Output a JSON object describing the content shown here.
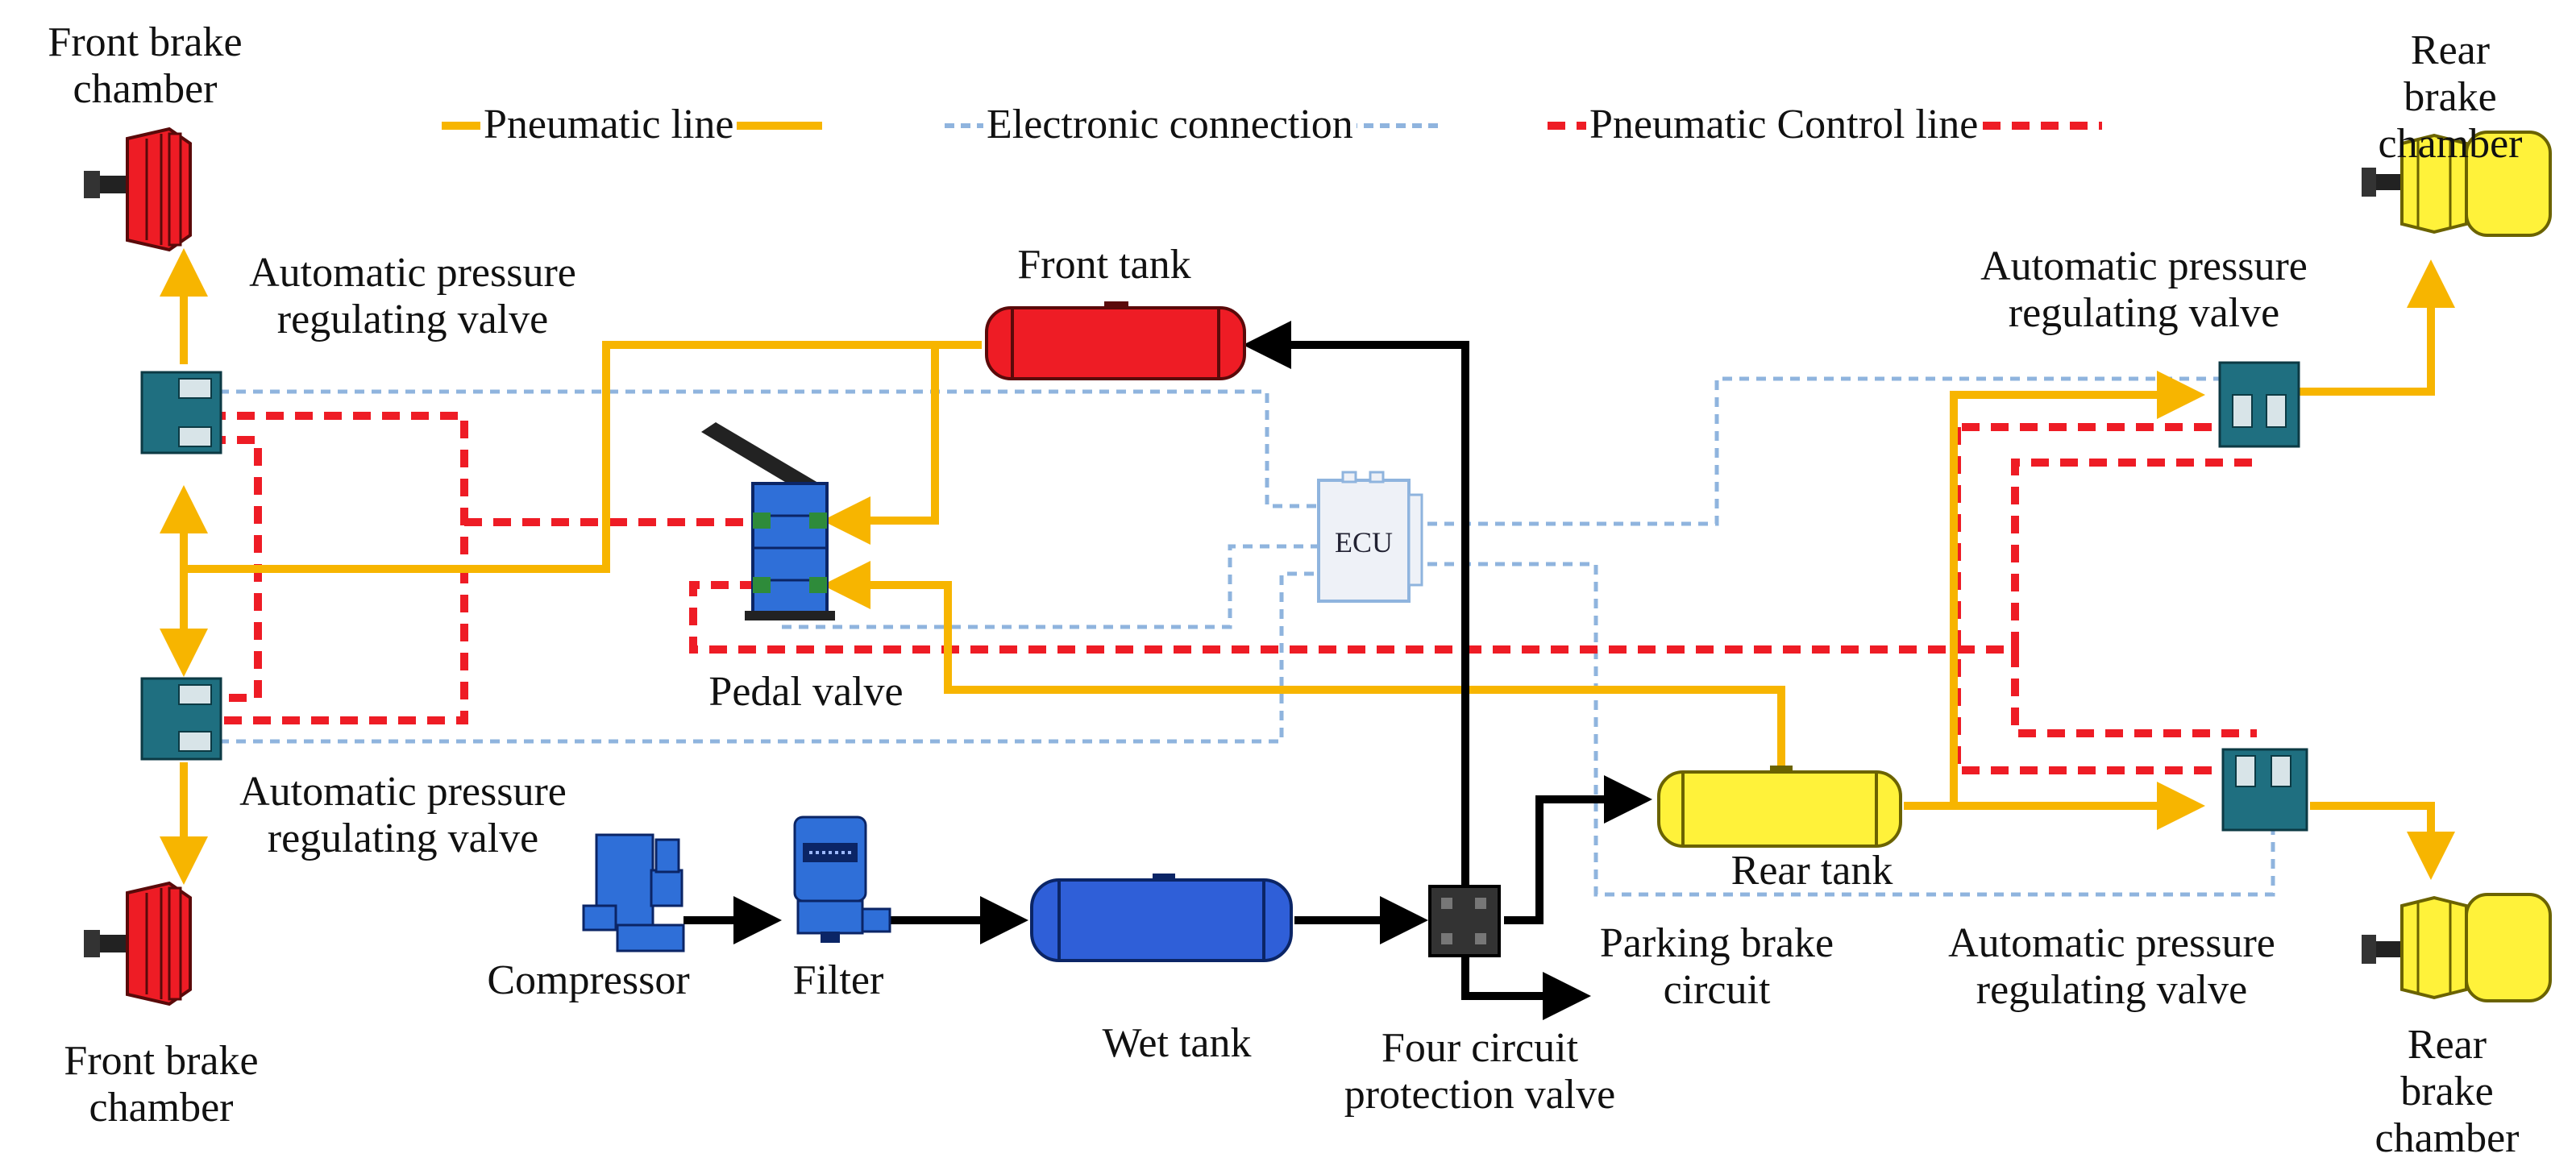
{
  "legend": {
    "pneumatic_line": "Pneumatic line",
    "electronic_connection": "Electronic connection",
    "pneumatic_control_line": "Pneumatic Control line"
  },
  "labels": {
    "front_brake_chamber_top": "Front brake\nchamber",
    "front_brake_chamber_bottom": "Front brake\nchamber",
    "rear_brake_chamber_top": "Rear brake\nchamber",
    "rear_brake_chamber_bottom": "Rear brake\nchamber",
    "apr_valve_front_top": "Automatic pressure\nregulating valve",
    "apr_valve_front_bottom": "Automatic pressure\nregulating valve",
    "apr_valve_rear_top": "Automatic pressure\nregulating valve",
    "apr_valve_rear_bottom": "Automatic pressure\nregulating valve",
    "front_tank": "Front tank",
    "pedal_valve": "Pedal valve",
    "ecu": "ECU",
    "rear_tank": "Rear tank",
    "compressor": "Compressor",
    "filter": "Filter",
    "wet_tank": "Wet tank",
    "four_circuit": "Four circuit\nprotection valve",
    "parking_brake": "Parking brake\ncircuit"
  },
  "colors": {
    "pneumatic_line": "#F7B500",
    "electronic_connection": "#8FB4DE",
    "pneumatic_control_line": "#EE1C25",
    "supply_line": "#000000",
    "front_tank_fill": "#EE1C25",
    "rear_tank_fill": "#FFF23A",
    "wet_tank_fill": "#2F5FD8",
    "valve_fill": "#1F6F80",
    "front_chamber_fill": "#EE1C25",
    "rear_chamber_fill": "#FFF23A",
    "pedal_valve_fill": "#2F6FD8",
    "ecu_fill": "#EEF1F7"
  }
}
